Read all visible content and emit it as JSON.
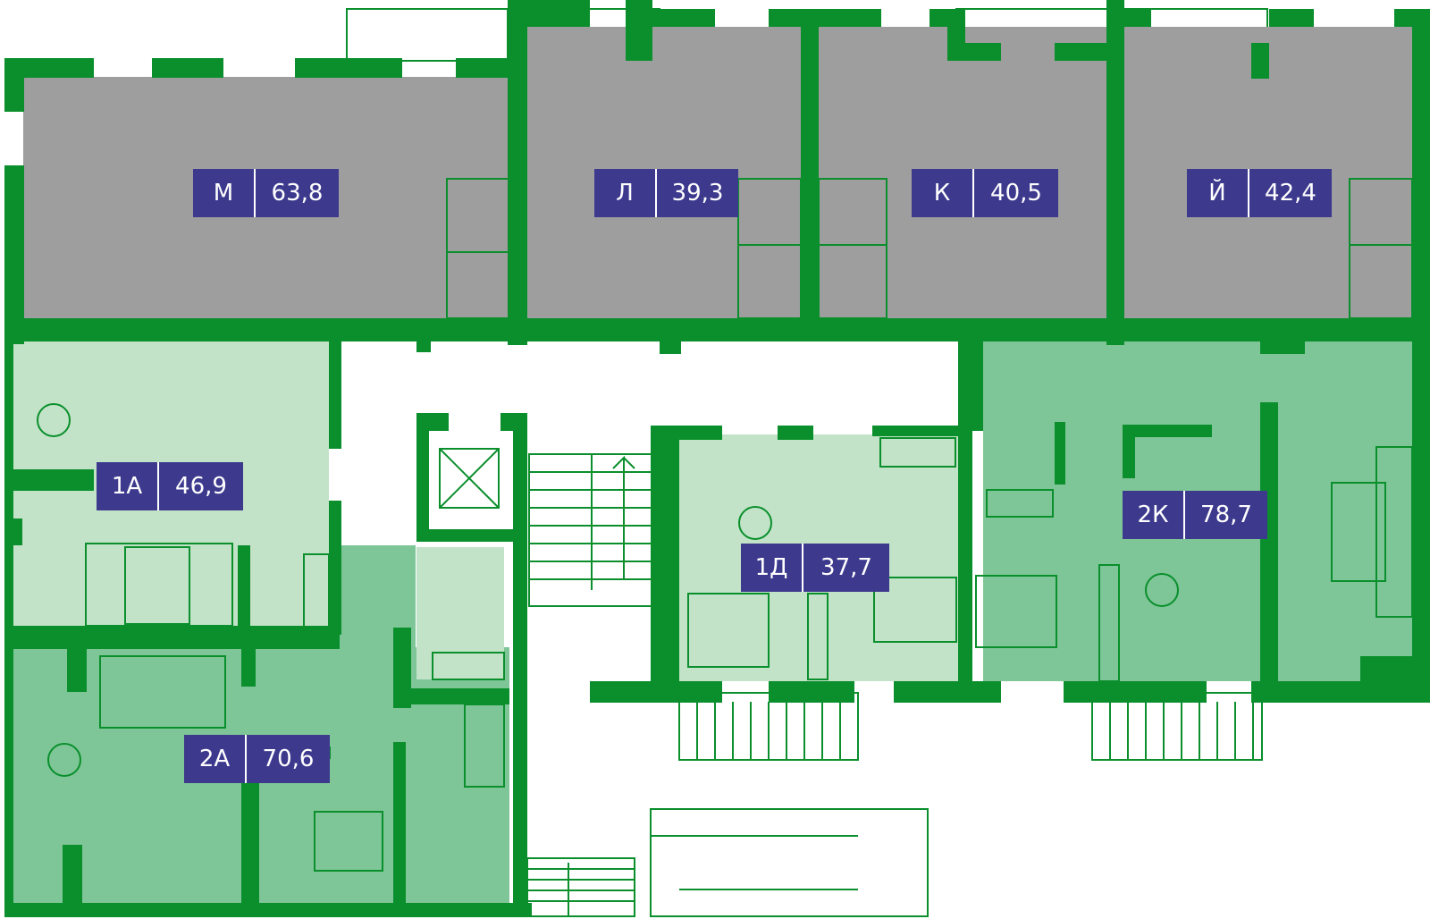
{
  "colors": {
    "wall": "#0a8f2c",
    "commercial": "#9e9e9e",
    "apt_light": "#c2e3c8",
    "apt_dark": "#7ec697",
    "label_bg": "#3d3a8e",
    "label_text": "#ffffff"
  },
  "units": [
    {
      "id": "M",
      "code": "М",
      "area": "63,8"
    },
    {
      "id": "L",
      "code": "Л",
      "area": "39,3"
    },
    {
      "id": "K",
      "code": "К",
      "area": "40,5"
    },
    {
      "id": "Y",
      "code": "Й",
      "area": "42,4"
    },
    {
      "id": "1A",
      "code": "1А",
      "area": "46,9"
    },
    {
      "id": "1D",
      "code": "1Д",
      "area": "37,7"
    },
    {
      "id": "2K",
      "code": "2К",
      "area": "78,7"
    },
    {
      "id": "2A",
      "code": "2А",
      "area": "70,6"
    }
  ]
}
